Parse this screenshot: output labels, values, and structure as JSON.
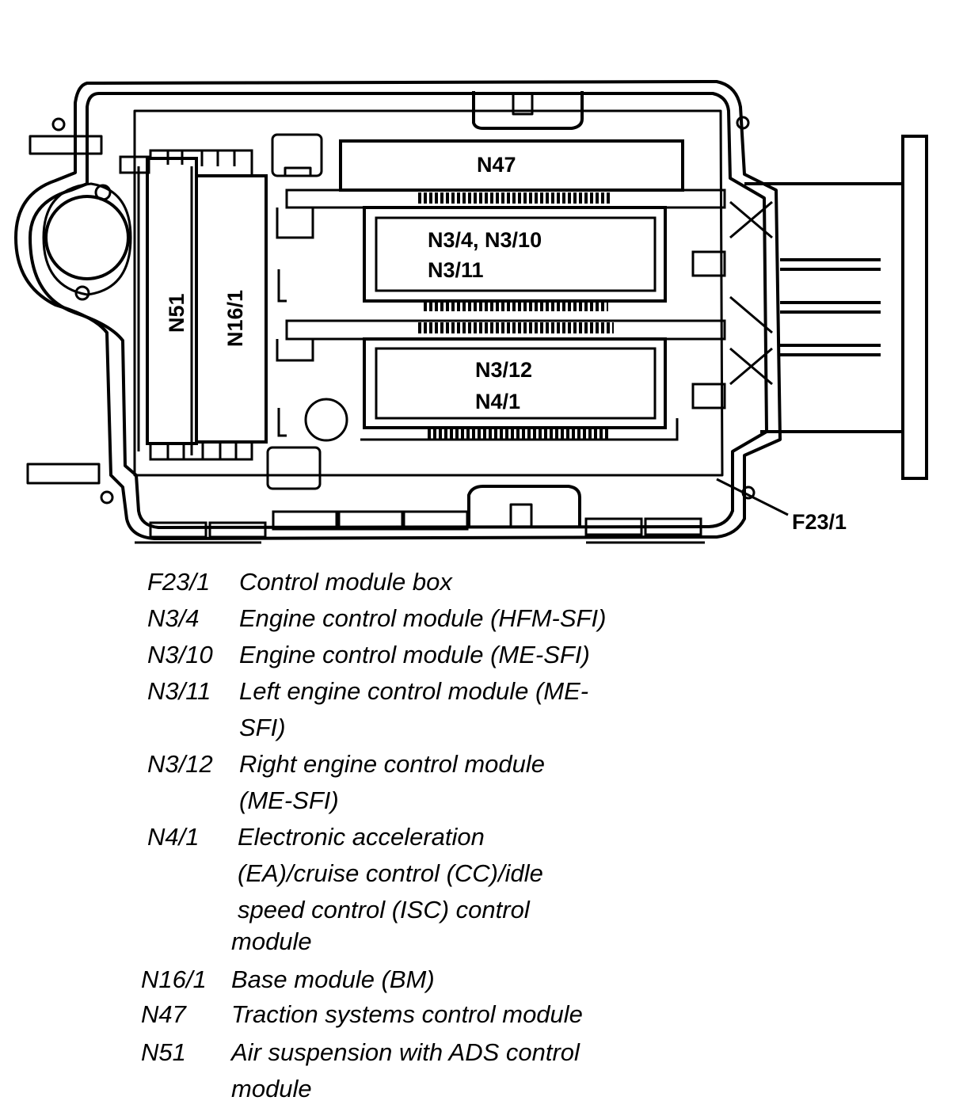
{
  "diagram": {
    "labels": {
      "n47": "N47",
      "n3_4": "N3/4, N3/10",
      "n3_11": "N3/11",
      "n3_12": "N3/12",
      "n4_1": "N4/1",
      "n51": "N51",
      "n16_1": "N16/1",
      "f23_1": "F23/1"
    }
  },
  "legend": [
    {
      "code": "F23/1",
      "lines": [
        "Control module box"
      ]
    },
    {
      "code": "N3/4",
      "lines": [
        "Engine control module (HFM-SFI)"
      ]
    },
    {
      "code": "N3/10",
      "lines": [
        "Engine control module (ME-SFI)"
      ]
    },
    {
      "code": "N3/11",
      "lines": [
        "Left engine control module (ME-",
        "SFI)"
      ]
    },
    {
      "code": "N3/12",
      "lines": [
        "Right engine control module",
        "(ME-SFI)"
      ]
    },
    {
      "code": "N4/1",
      "lines": [
        "Electronic acceleration",
        "(EA)/cruise control (CC)/idle",
        "speed control (ISC) control",
        "module"
      ]
    },
    {
      "code": "N16/1",
      "lines": [
        "Base module (BM)"
      ]
    },
    {
      "code": "N47",
      "lines": [
        "Traction systems control module"
      ]
    },
    {
      "code": "N51",
      "lines": [
        "Air suspension with ADS control",
        "module"
      ]
    }
  ]
}
